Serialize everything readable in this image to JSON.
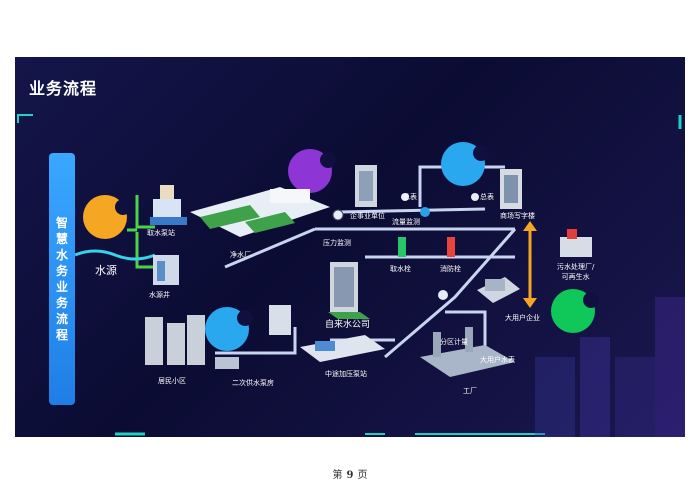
{
  "title": "业务流程",
  "sidebar_title": "智慧水务业务流程",
  "nodes": {
    "water_source": "水源",
    "intake_pump": "取水泵站",
    "source_well": "水源井",
    "water_plant": "净水厂",
    "pressure_monitor": "压力监测",
    "enterprise": "企事业单位",
    "main_meter_1": "总表",
    "flow_monitor": "流量监测",
    "main_meter_2": "总表",
    "office_building": "商场写字楼",
    "hydrant_intake": "取水栓",
    "fire_hydrant": "消防栓",
    "sewage_plant": "污水处理厂/\n可再生水",
    "water_company": "自来水公司",
    "booster_station": "中途加压泵站",
    "residential": "居民小区",
    "secondary_pump": "二次供水泵房",
    "zone_metering": "分区计量",
    "large_user_enterprise": "大用户企业",
    "large_user_meter": "大用户水表",
    "factory": "工厂"
  },
  "footer": {
    "prefix": "第",
    "page": "9",
    "suffix": "页"
  },
  "colors": {
    "orange": "#f5a623",
    "purple": "#8e35d6",
    "cyan": "#29a8f0",
    "green": "#10c85a",
    "pipe": "#c8d4f0"
  }
}
